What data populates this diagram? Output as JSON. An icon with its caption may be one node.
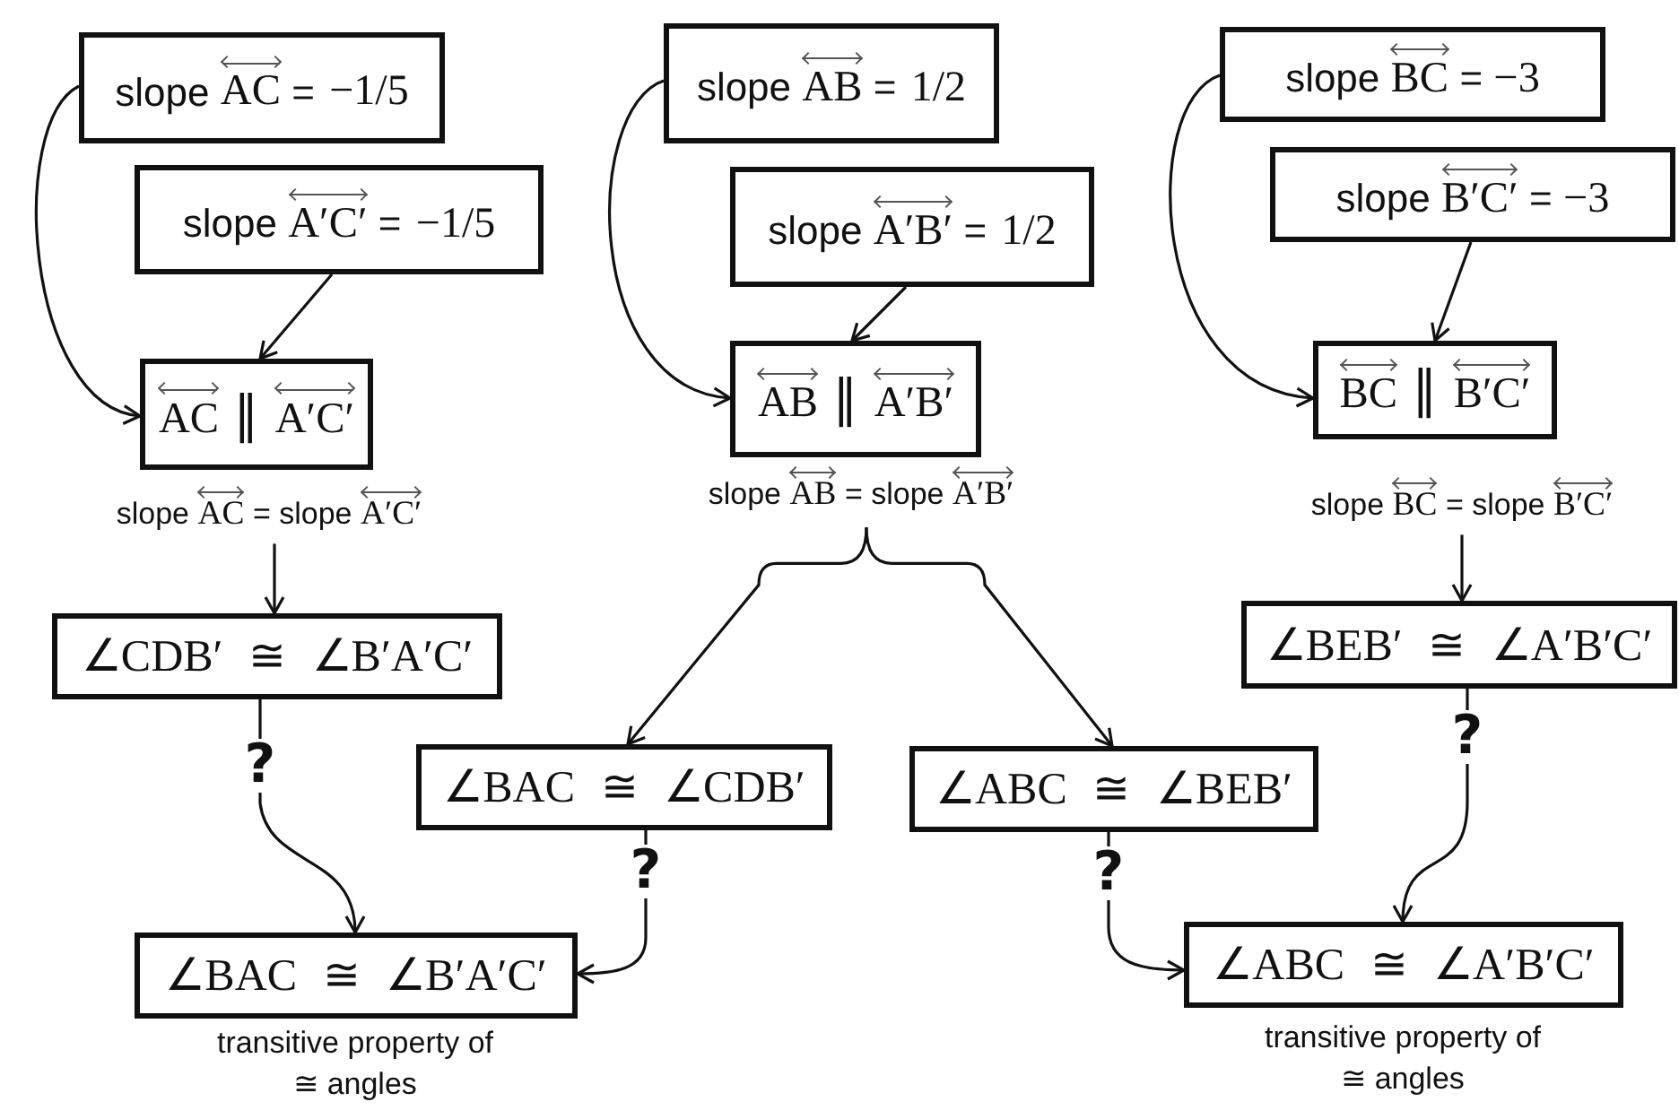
{
  "diagram": {
    "nodes": [
      {
        "text": [
          "slope AC = −1/5"
        ]
      },
      {
        "text": [
          "slope A′C′ = −1/5"
        ]
      },
      {
        "text": [
          "AC ∥ A′C′"
        ],
        "beside": [
          "slope AC = slope A′C′"
        ]
      },
      {
        "text": [
          "slope AB = 1/2"
        ]
      },
      {
        "text": [
          "slope A′B′ = 1/2"
        ]
      },
      {
        "text": [
          "AB ∥ A′B′"
        ],
        "beside": [
          "slope AB = slope A′B′"
        ]
      },
      {
        "text": [
          "slope BC = −3"
        ]
      },
      {
        "text": [
          "slope B′C′ = −3"
        ]
      },
      {
        "text": [
          "BC ∥ B′C′"
        ],
        "beside": [
          "slope BC = slope B′C′"
        ]
      },
      {
        "text": [
          "∠CDB′ ≅ ∠B′A′C′"
        ]
      },
      {
        "text": [
          "∠BEB′ ≅ ∠A′B′C′"
        ]
      },
      {
        "text": [
          "∠BAC ≅ ∠CDB′"
        ]
      },
      {
        "text": [
          "∠ABC ≅ ∠BEB′"
        ]
      },
      {
        "text": [
          "∠BAC ≅ ∠B′A′C′"
        ],
        "beside": [
          "transitive property of ≅ angles"
        ]
      },
      {
        "text": [
          "∠ABC ≅ ∠A′B′C′"
        ],
        "beside": [
          "transitive property of ≅ angles"
        ]
      }
    ],
    "edges": [
      {
        "from": 0,
        "to": 2,
        "arrow": "to"
      },
      {
        "from": 1,
        "to": 2,
        "arrow": "to"
      },
      {
        "from": 3,
        "to": 5,
        "arrow": "to"
      },
      {
        "from": 4,
        "to": 5,
        "arrow": "to"
      },
      {
        "from": 6,
        "to": 8,
        "arrow": "to"
      },
      {
        "from": 7,
        "to": 8,
        "arrow": "to"
      },
      {
        "from": 2,
        "to": 9,
        "arrow": "to"
      },
      {
        "from": 8,
        "to": 10,
        "arrow": "to"
      },
      {
        "from": 5,
        "to": 11,
        "arrow": "to"
      },
      {
        "from": 5,
        "to": 12,
        "arrow": "to"
      },
      {
        "from": 9,
        "to": 13,
        "arrow": "to",
        "label": "?"
      },
      {
        "from": 11,
        "to": 13,
        "arrow": "to",
        "label": "?"
      },
      {
        "from": 12,
        "to": 14,
        "arrow": "to",
        "label": "?"
      },
      {
        "from": 10,
        "to": 14,
        "arrow": "to",
        "label": "?"
      }
    ]
  }
}
